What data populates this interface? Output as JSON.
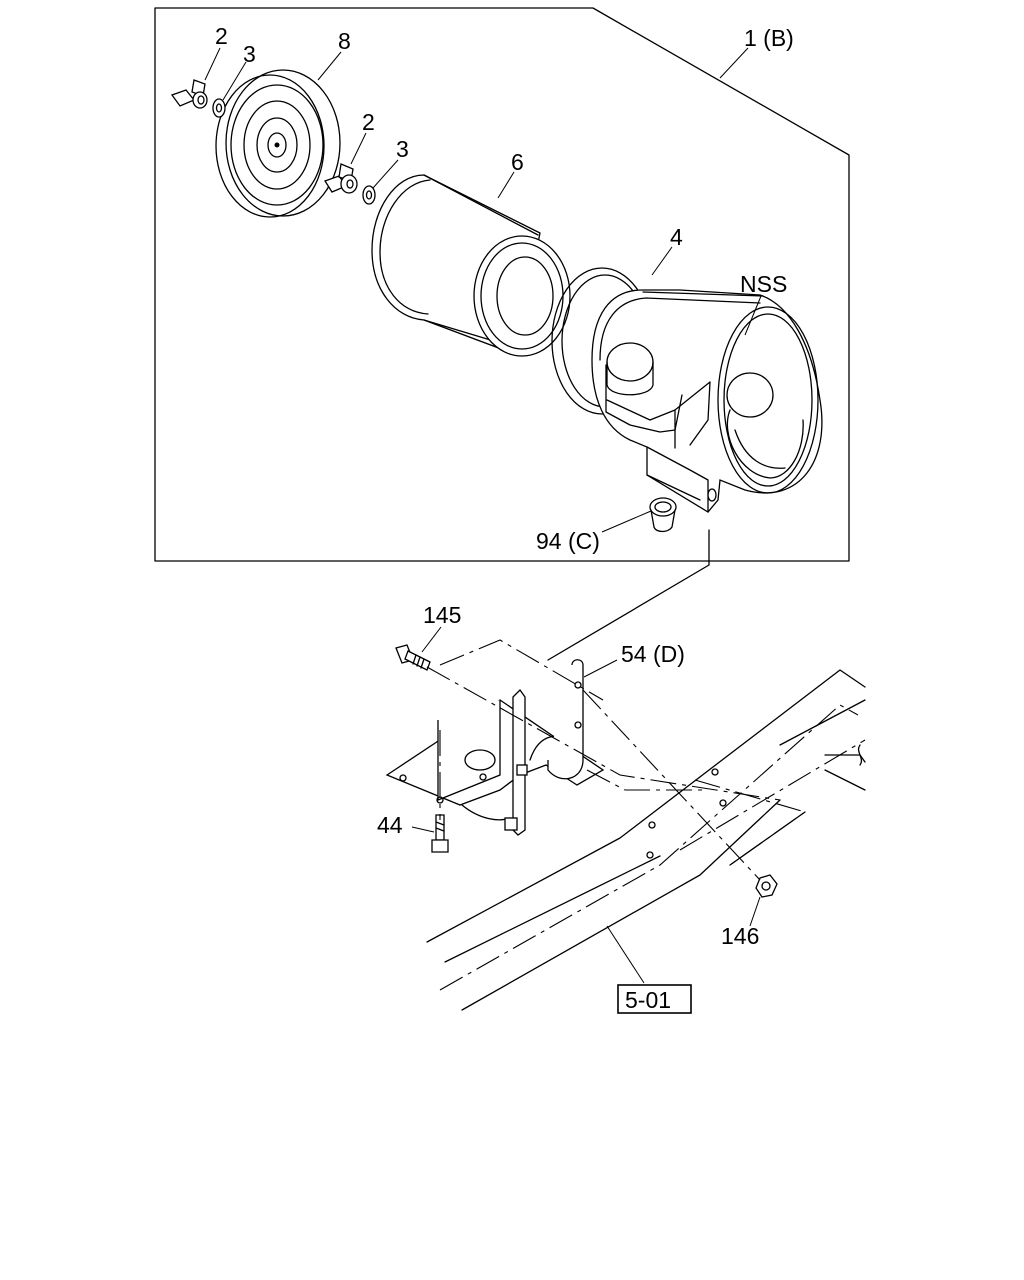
{
  "diagram": {
    "labels": {
      "wing_bolt_upper": "2",
      "washer_upper": "3",
      "cover": "8",
      "wing_bolt_lower": "2",
      "washer_lower": "3",
      "element": "6",
      "gasket": "4",
      "assembly": "1 (B)",
      "nss": "NSS",
      "valve": "94 (C)",
      "bolt_145": "145",
      "bracket": "54 (D)",
      "bolt_44": "44",
      "nut_146": "146",
      "frame_ref": "5-01"
    }
  }
}
